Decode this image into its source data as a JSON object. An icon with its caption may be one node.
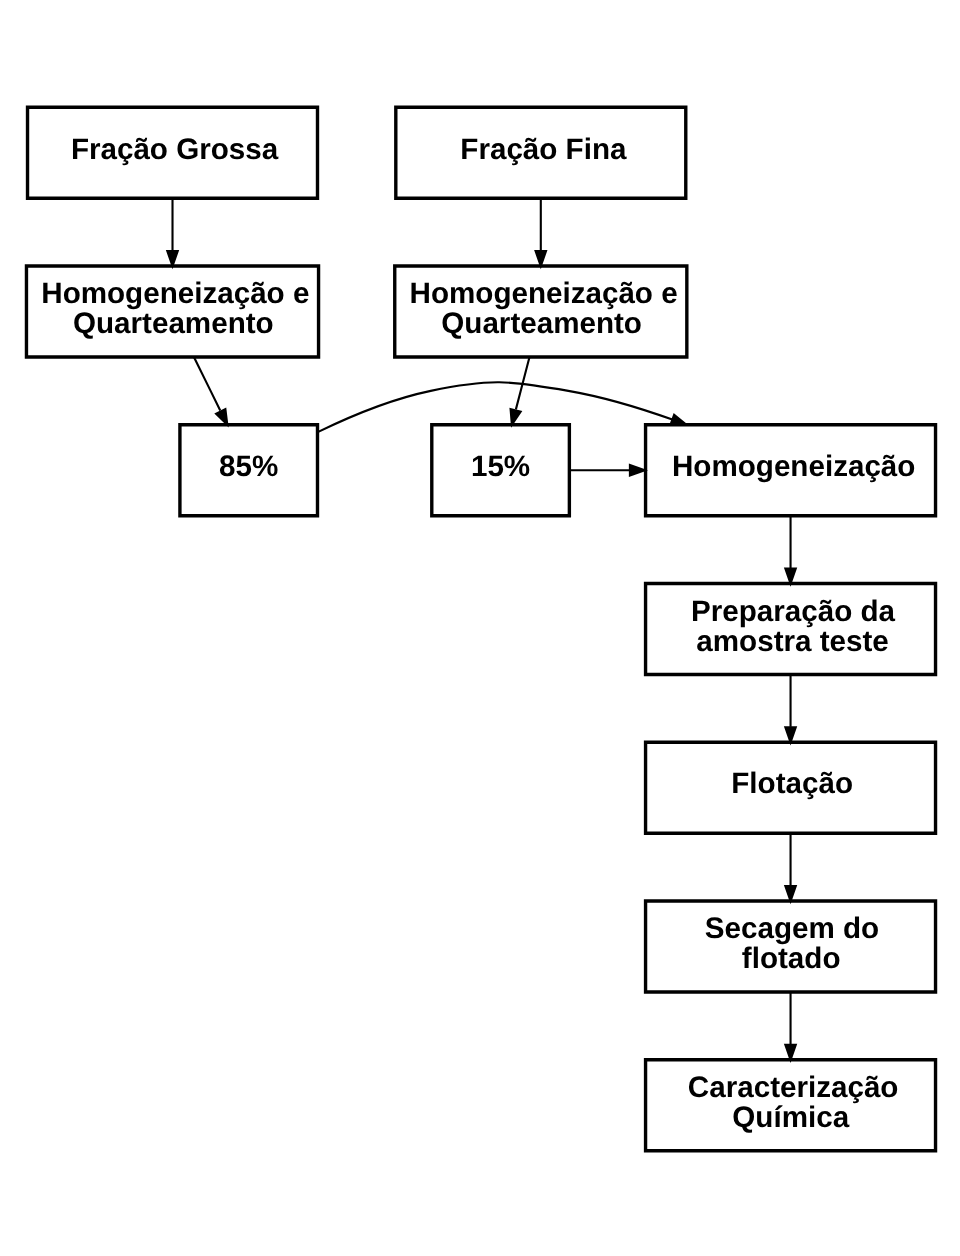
{
  "diagram": {
    "nodes": [
      {
        "text": [
          "Fração Grossa"
        ]
      },
      {
        "text": [
          "Fração Fina"
        ]
      },
      {
        "text": [
          "Homogeneização e Quarteamento"
        ]
      },
      {
        "text": [
          "Homogeneização e Quarteamento"
        ]
      },
      {
        "text": [
          "85%"
        ]
      },
      {
        "text": [
          "Homogeneização"
        ]
      },
      {
        "text": [
          "15%"
        ]
      },
      {
        "text": [
          "Preparação da amostra teste"
        ]
      },
      {
        "text": [
          "Flotação"
        ]
      },
      {
        "text": [
          "Secagem do flotado"
        ]
      },
      {
        "text": [
          "Caracterização Química"
        ]
      }
    ],
    "edges": [
      {
        "from": 0,
        "to": 2,
        "arrow": "to"
      },
      {
        "from": 1,
        "to": 3,
        "arrow": "to"
      },
      {
        "from": 2,
        "to": 4,
        "arrow": "to"
      },
      {
        "from": 3,
        "to": 6,
        "arrow": "to"
      },
      {
        "from": 4,
        "to": 5,
        "arrow": "to"
      },
      {
        "from": 6,
        "to": 5,
        "arrow": "to"
      },
      {
        "from": 5,
        "to": 7,
        "arrow": "to"
      },
      {
        "from": 7,
        "to": 8,
        "arrow": "to"
      },
      {
        "from": 8,
        "to": 9,
        "arrow": "to"
      },
      {
        "from": 9,
        "to": 10,
        "arrow": "to"
      }
    ]
  }
}
